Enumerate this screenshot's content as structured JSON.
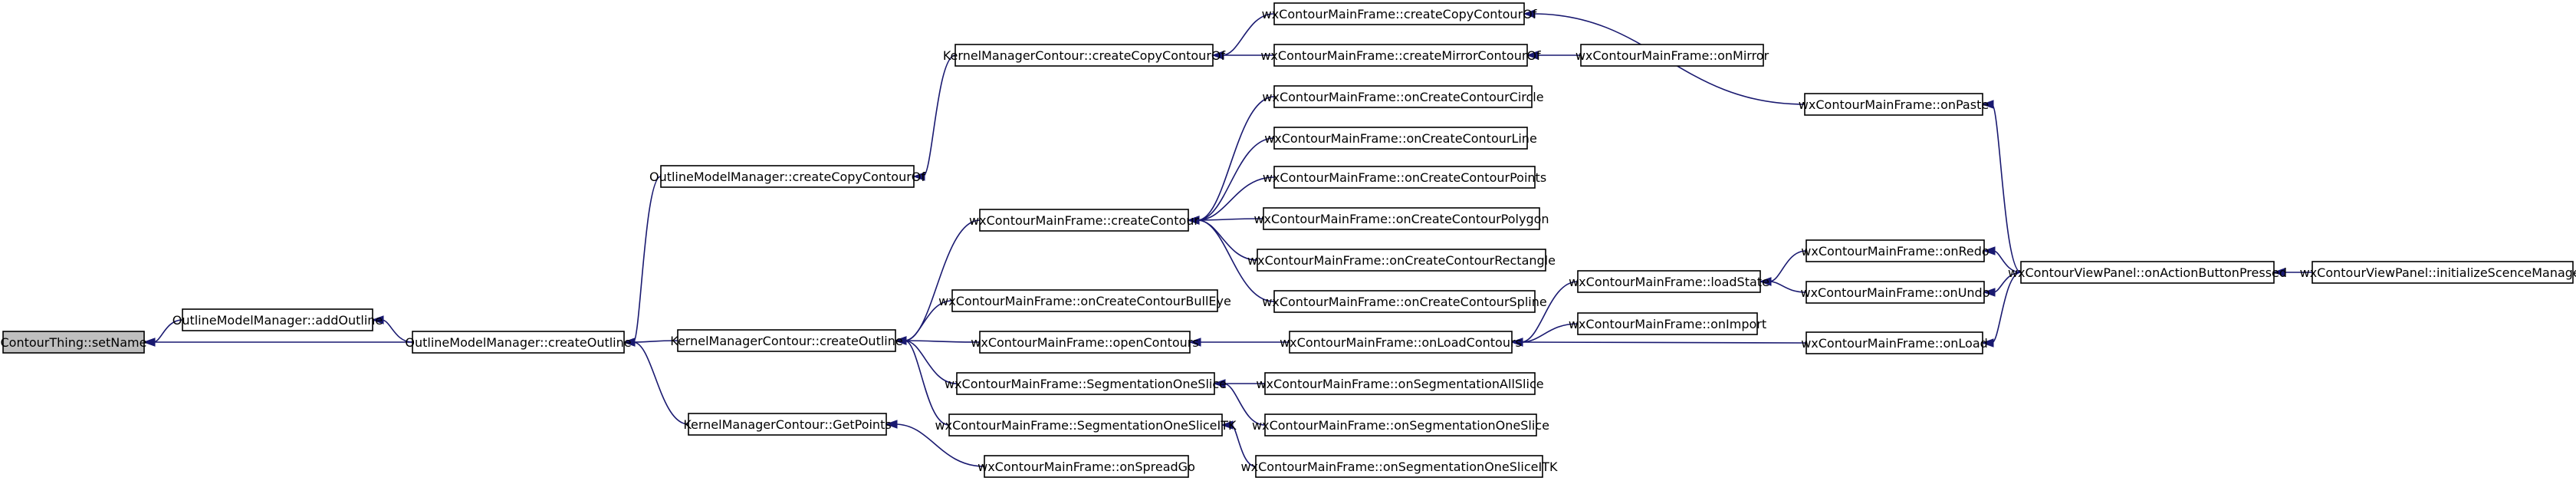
{
  "colors": {
    "background": "#ffffff",
    "node_fill": "#ffffff",
    "focus_fill": "#bfbfbf",
    "node_border": "#000000",
    "edge": "#191970"
  },
  "nodes": [
    {
      "id": "setName",
      "label": "ContourThing::setName",
      "focus": true
    },
    {
      "id": "addOutline",
      "label": "OutlineModelManager::addOutline"
    },
    {
      "id": "createOutlineOMM",
      "label": "OutlineModelManager::createOutline"
    },
    {
      "id": "createCopyOMM",
      "label": "OutlineModelManager::createCopyContourOf"
    },
    {
      "id": "createCopyKMC",
      "label": "KernelManagerContour::createCopyContourOf"
    },
    {
      "id": "createOutlineKMC",
      "label": "KernelManagerContour::createOutline"
    },
    {
      "id": "getPoints",
      "label": "KernelManagerContour::GetPoints"
    },
    {
      "id": "frameCreateCopy",
      "label": "wxContourMainFrame::createCopyContourOf"
    },
    {
      "id": "frameCreateMirror",
      "label": "wxContourMainFrame::createMirrorContourOf"
    },
    {
      "id": "onMirror",
      "label": "wxContourMainFrame::onMirror"
    },
    {
      "id": "onPaste",
      "label": "wxContourMainFrame::onPaste"
    },
    {
      "id": "createContour",
      "label": "wxContourMainFrame::createContour"
    },
    {
      "id": "onCircle",
      "label": "wxContourMainFrame::onCreateContourCircle"
    },
    {
      "id": "onLine",
      "label": "wxContourMainFrame::onCreateContourLine"
    },
    {
      "id": "onPoints",
      "label": "wxContourMainFrame::onCreateContourPoints"
    },
    {
      "id": "onPolygon",
      "label": "wxContourMainFrame::onCreateContourPolygon"
    },
    {
      "id": "onRectangle",
      "label": "wxContourMainFrame::onCreateContourRectangle"
    },
    {
      "id": "onSpline",
      "label": "wxContourMainFrame::onCreateContourSpline"
    },
    {
      "id": "onBullEye",
      "label": "wxContourMainFrame::onCreateContourBullEye"
    },
    {
      "id": "openContours",
      "label": "wxContourMainFrame::openContours"
    },
    {
      "id": "onLoadContours",
      "label": "wxContourMainFrame::onLoadContours"
    },
    {
      "id": "loadState",
      "label": "wxContourMainFrame::loadState"
    },
    {
      "id": "onImport",
      "label": "wxContourMainFrame::onImport"
    },
    {
      "id": "onRedo",
      "label": "wxContourMainFrame::onRedo"
    },
    {
      "id": "onUndo",
      "label": "wxContourMainFrame::onUndo"
    },
    {
      "id": "onLoad",
      "label": "wxContourMainFrame::onLoad"
    },
    {
      "id": "onActionButton",
      "label": "wxContourViewPanel::onActionButtonPressed"
    },
    {
      "id": "initScene",
      "label": "wxContourViewPanel::initializeScenceManager"
    },
    {
      "id": "segOneSlice",
      "label": "wxContourMainFrame::SegmentationOneSlice"
    },
    {
      "id": "segOneSliceITK",
      "label": "wxContourMainFrame::SegmentationOneSliceITK"
    },
    {
      "id": "onSegAll",
      "label": "wxContourMainFrame::onSegmentationAllSlice"
    },
    {
      "id": "onSegOne",
      "label": "wxContourMainFrame::onSegmentationOneSlice"
    },
    {
      "id": "onSegOneITK",
      "label": "wxContourMainFrame::onSegmentationOneSliceITK"
    },
    {
      "id": "onSpreadGo",
      "label": "wxContourMainFrame::onSpreadGo"
    }
  ],
  "edges": [
    {
      "from": "addOutline",
      "to": "setName"
    },
    {
      "from": "createOutlineOMM",
      "to": "setName"
    },
    {
      "from": "createOutlineOMM",
      "to": "addOutline"
    },
    {
      "from": "createCopyOMM",
      "to": "createOutlineOMM"
    },
    {
      "from": "createOutlineKMC",
      "to": "createOutlineOMM"
    },
    {
      "from": "getPoints",
      "to": "createOutlineOMM"
    },
    {
      "from": "createCopyKMC",
      "to": "createCopyOMM"
    },
    {
      "from": "frameCreateCopy",
      "to": "createCopyKMC"
    },
    {
      "from": "frameCreateMirror",
      "to": "createCopyKMC"
    },
    {
      "from": "onPaste",
      "to": "frameCreateCopy"
    },
    {
      "from": "onMirror",
      "to": "frameCreateMirror"
    },
    {
      "from": "onActionButton",
      "to": "onPaste"
    },
    {
      "from": "createContour",
      "to": "createOutlineKMC"
    },
    {
      "from": "onBullEye",
      "to": "createOutlineKMC"
    },
    {
      "from": "openContours",
      "to": "createOutlineKMC"
    },
    {
      "from": "segOneSlice",
      "to": "createOutlineKMC"
    },
    {
      "from": "segOneSliceITK",
      "to": "createOutlineKMC"
    },
    {
      "from": "onCircle",
      "to": "createContour"
    },
    {
      "from": "onLine",
      "to": "createContour"
    },
    {
      "from": "onPoints",
      "to": "createContour"
    },
    {
      "from": "onPolygon",
      "to": "createContour"
    },
    {
      "from": "onRectangle",
      "to": "createContour"
    },
    {
      "from": "onSpline",
      "to": "createContour"
    },
    {
      "from": "onLoadContours",
      "to": "openContours"
    },
    {
      "from": "loadState",
      "to": "onLoadContours"
    },
    {
      "from": "onImport",
      "to": "onLoadContours"
    },
    {
      "from": "onLoad",
      "to": "onLoadContours"
    },
    {
      "from": "onRedo",
      "to": "loadState"
    },
    {
      "from": "onUndo",
      "to": "loadState"
    },
    {
      "from": "onActionButton",
      "to": "onRedo"
    },
    {
      "from": "onActionButton",
      "to": "onUndo"
    },
    {
      "from": "onActionButton",
      "to": "onLoad"
    },
    {
      "from": "initScene",
      "to": "onActionButton"
    },
    {
      "from": "onSegAll",
      "to": "segOneSlice"
    },
    {
      "from": "onSegOne",
      "to": "segOneSlice"
    },
    {
      "from": "onSegOneITK",
      "to": "segOneSliceITK"
    },
    {
      "from": "onSpreadGo",
      "to": "getPoints"
    }
  ]
}
